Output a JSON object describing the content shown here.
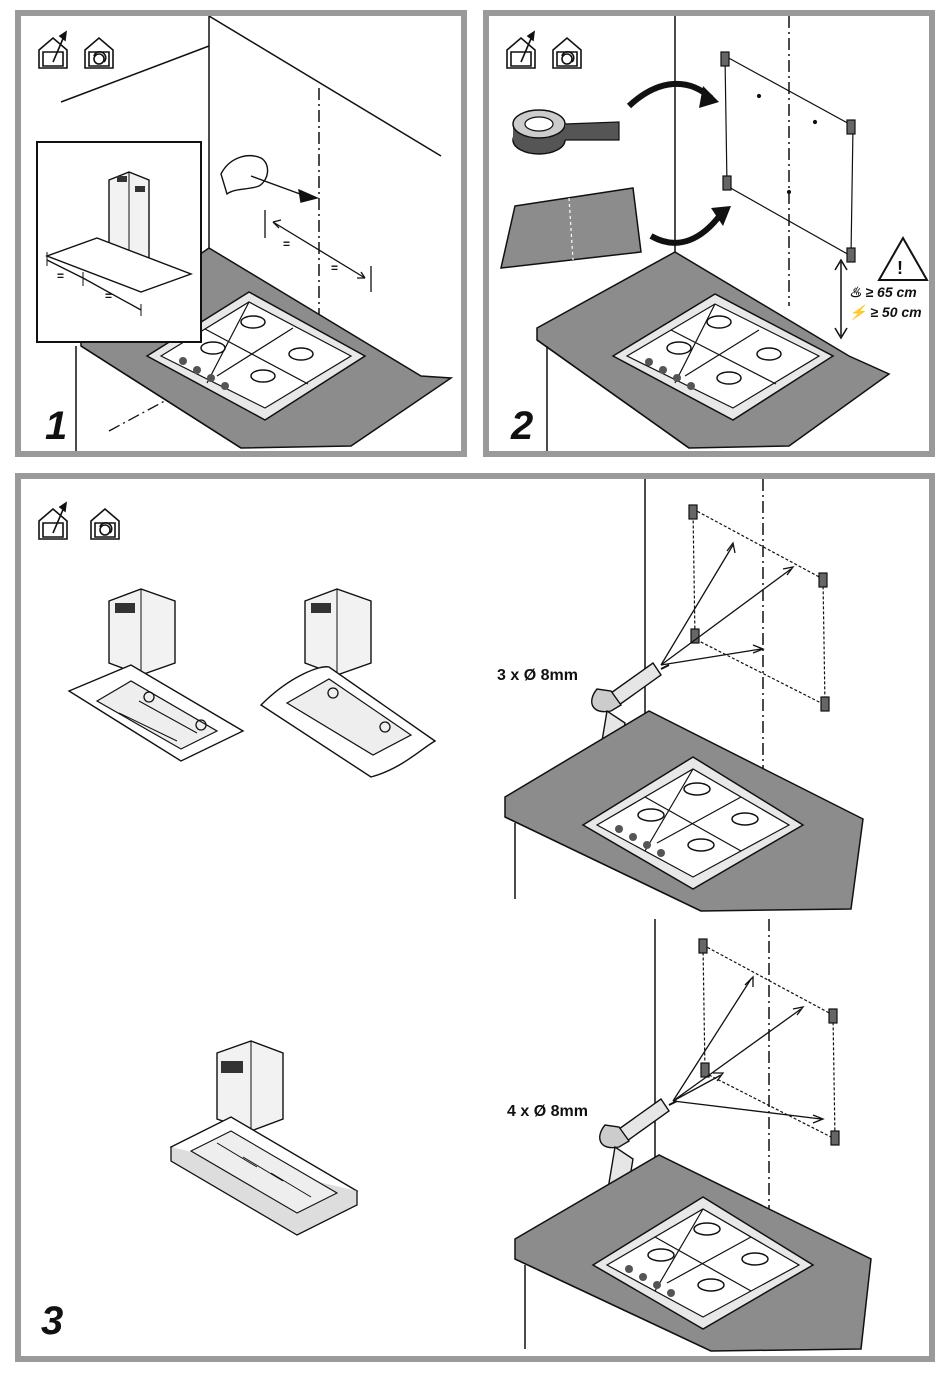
{
  "steps": [
    {
      "number": "1"
    },
    {
      "number": "2"
    },
    {
      "number": "3"
    }
  ],
  "step2": {
    "warning_symbol": "!",
    "distance_gas": "≥ 65 cm",
    "distance_electric": "≥ 50 cm"
  },
  "step3": {
    "drill_label_a": "3 x Ø 8mm",
    "drill_label_b": "4 x Ø 8mm"
  },
  "icons": [
    "extraction-mode-icon",
    "recirculation-mode-icon",
    "drill-icon",
    "cooktop-icon",
    "warning-triangle-icon",
    "tape-roll-icon",
    "paper-template-icon"
  ],
  "colors": {
    "frame": "#9a9a9a",
    "counter": "#8c8c8c",
    "line": "#111111"
  }
}
